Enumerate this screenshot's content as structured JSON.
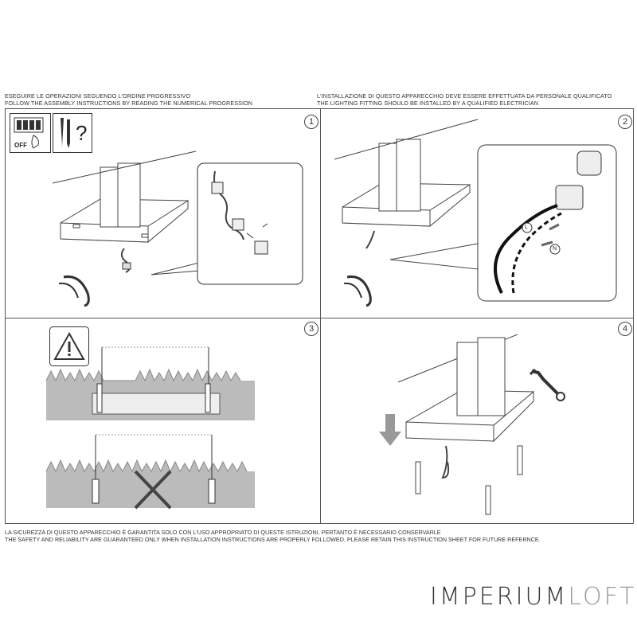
{
  "header": {
    "left": {
      "line1": "ESEGUIRE LE OPERAZIONI SEGUENDO L'ORDINE PROGRESSIVO",
      "line2": "FOLLOW THE ASSEMBLY INSTRUCTIONS BY READING THE NUMERICAL PROGRESSION"
    },
    "right": {
      "line1": "L'INSTALLAZIONE DI QUESTO APPARECCHIO DEVE ESSERE EFFETTUATA DA PERSONALE QUALIFICATO",
      "line2": "THE LIGHTING FITTING SHOULD BE INSTALLED BY A QUALIFIED ELECTRICIAN"
    }
  },
  "steps": [
    {
      "number": "1",
      "switch_label": "OFF"
    },
    {
      "number": "2",
      "wire_labels": [
        "L",
        "N"
      ]
    },
    {
      "number": "3"
    },
    {
      "number": "4"
    }
  ],
  "footer": {
    "line1": "LA SICUREZZA DI QUESTO APPARECCHIO È GARANTITA SOLO CON L'USO APPROPRIATO DI QUESTE ISTRUZIONI, PERTANTO È NECESSARIO CONSERVARLE",
    "line2": "THE SAFETY AND RELIABILITY ARE GUARANTEED ONLY WHEN INSTALLATION INSTRUCTIONS ARE PROPERLY FOLLOWED. PLEASE RETAIN THIS INSTRUCTION SHEET FOR FUTURE REFERNCE."
  },
  "brand": {
    "part1": "IMPERIUM",
    "part2": "LOFT",
    "part2_color": "#999999"
  }
}
